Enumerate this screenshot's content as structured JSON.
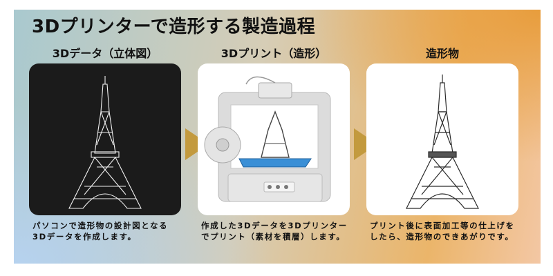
{
  "title": "3Dプリンターで造形する製造過程",
  "steps": [
    {
      "heading": "3Dデータ（立体図）",
      "description": "パソコンで造形物の設計図となる3Dデータを作成します。",
      "image": "eiffel-tower-wireframe"
    },
    {
      "heading": "3Dプリント（造形）",
      "description": "作成した3Dデータを3Dプリンターでプリント（素材を積層）します。",
      "image": "3d-printer-printing-tower"
    },
    {
      "heading": "造形物",
      "description": "プリント後に表面加工等の仕上げをしたら、造形物のできあがりです。",
      "image": "printed-eiffel-tower-model"
    }
  ],
  "arrow_icon": "right-triangle-arrow",
  "colors": {
    "arrow": "#c39a3e",
    "dark_panel": "#1b1b1b",
    "text": "#111111",
    "gradient_left": "#a9c9cf",
    "gradient_right": "#e89d3c"
  }
}
